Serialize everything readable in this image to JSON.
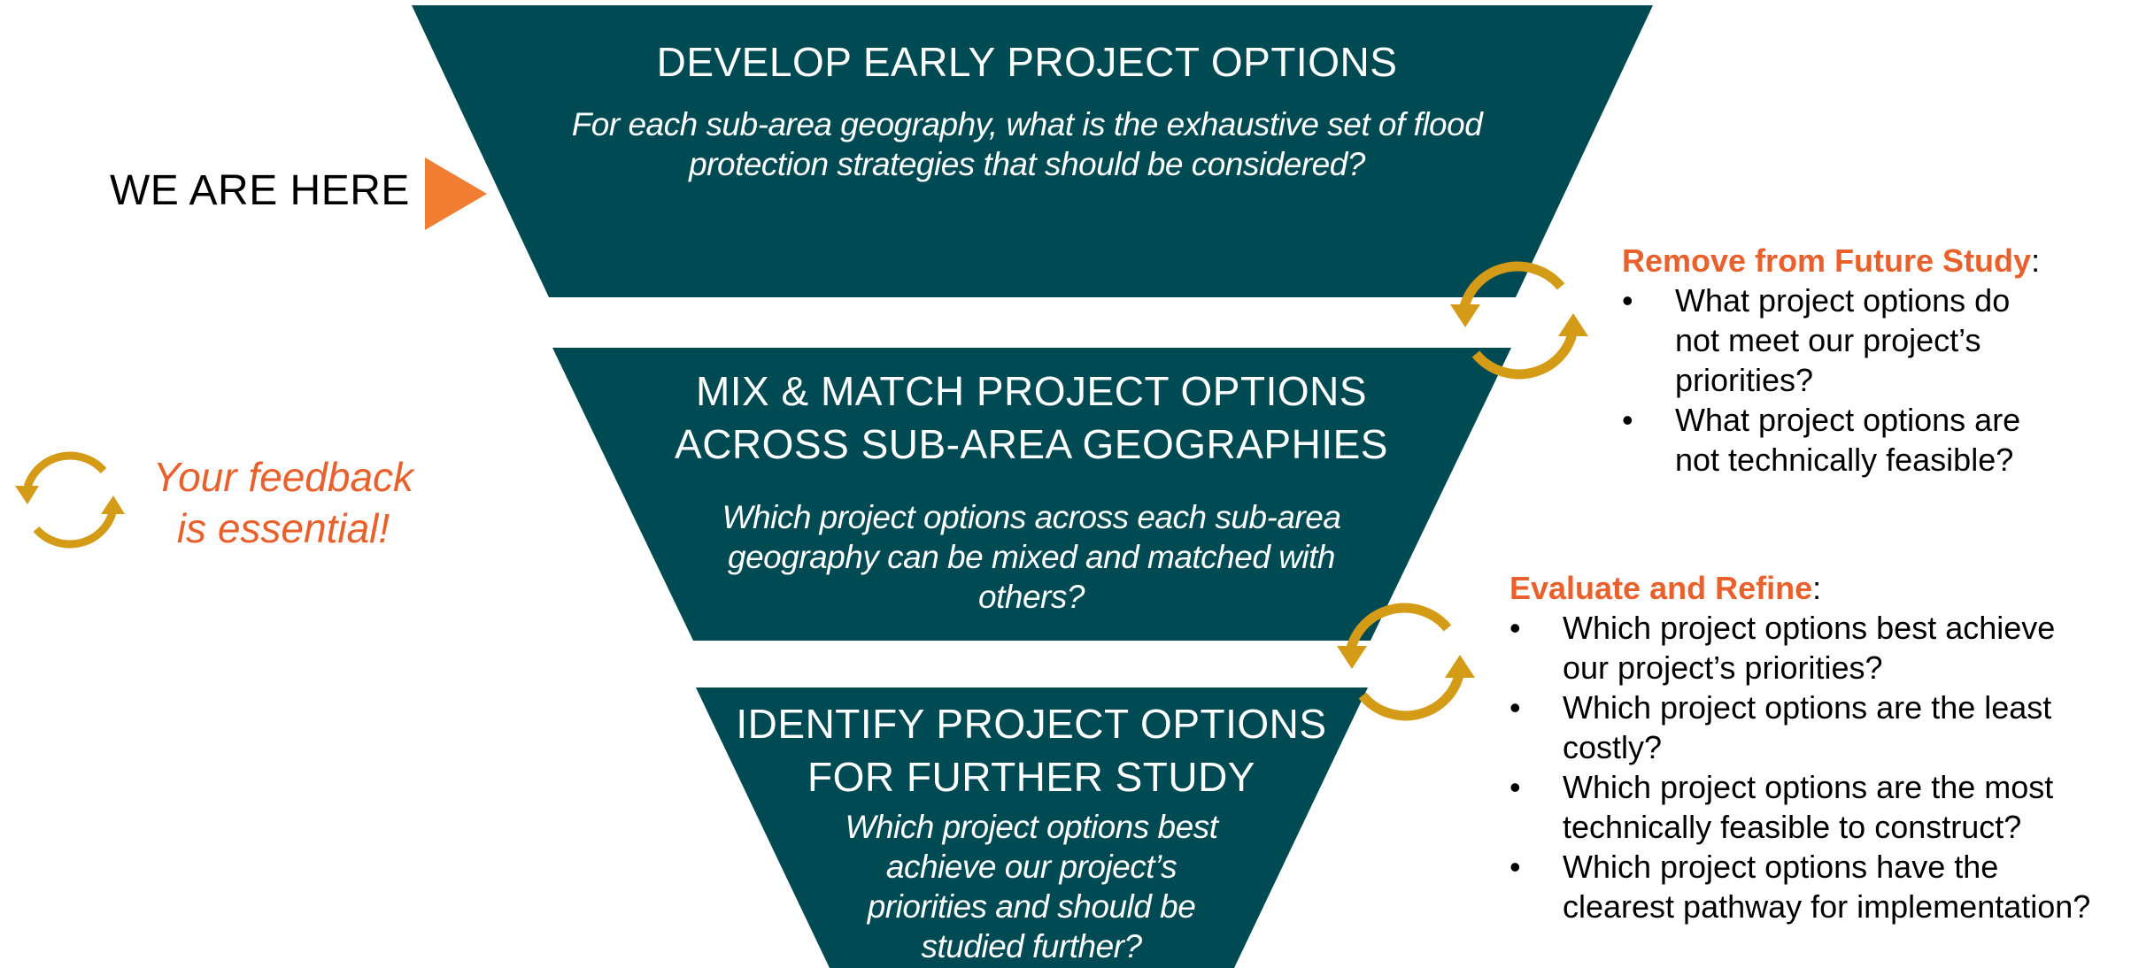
{
  "colors": {
    "funnel": "#004a53",
    "accent_orange": "#e8612c",
    "arrow_orange": "#f07d31",
    "cycle_gold": "#d49b16"
  },
  "marker": {
    "label": "WE ARE HERE",
    "icon": "triangle-arrow-right-icon"
  },
  "feedback": {
    "icon": "cycle-arrows-icon",
    "line1": "Your feedback",
    "line2": "is essential!"
  },
  "stages": [
    {
      "title_lines": [
        "DEVELOP EARLY PROJECT OPTIONS"
      ],
      "question_lines": [
        "For each sub-area geography, what is the exhaustive set of flood",
        "protection strategies that should be considered?"
      ]
    },
    {
      "title_lines": [
        "MIX & MATCH PROJECT OPTIONS",
        "ACROSS SUB-AREA GEOGRAPHIES"
      ],
      "question_lines": [
        "Which project options across each sub-area",
        "geography can be mixed and matched with",
        "others?"
      ]
    },
    {
      "title_lines": [
        "IDENTIFY PROJECT OPTIONS",
        "FOR FURTHER STUDY"
      ],
      "question_lines": [
        "Which project options best",
        "achieve our project’s",
        "priorities and should be",
        "studied further?"
      ]
    }
  ],
  "side_panels": [
    {
      "heading": "Remove from Future Study",
      "colon": ":",
      "bullets": [
        [
          "What project options do",
          "not meet our project’s",
          "priorities?"
        ],
        [
          "What project options are",
          "not technically feasible?"
        ]
      ]
    },
    {
      "heading": "Evaluate and Refine",
      "colon": ":",
      "bullets": [
        [
          "Which project options best achieve",
          "our project’s priorities?"
        ],
        [
          "Which project options are the least",
          "costly?"
        ],
        [
          "Which project options are the most",
          "technically feasible to construct?"
        ],
        [
          "Which project options have the",
          "clearest pathway for implementation?"
        ]
      ]
    }
  ]
}
